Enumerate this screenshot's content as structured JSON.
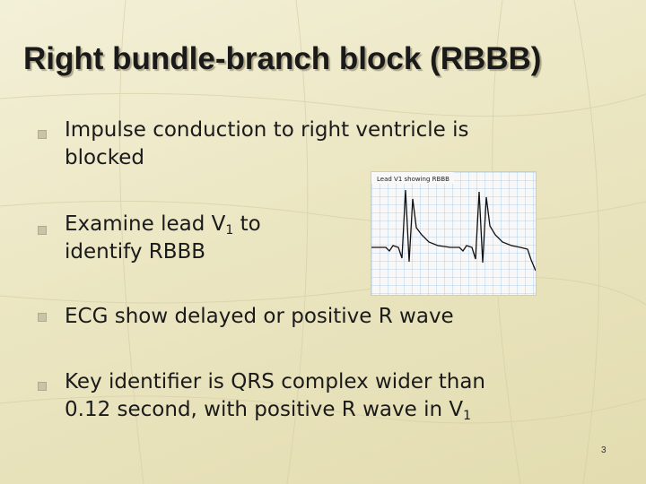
{
  "slide": {
    "title": "Right bundle-branch block (RBBB)",
    "bullets": [
      {
        "line1": "Impulse conduction to right ventricle is",
        "line2": "blocked"
      },
      {
        "line1_a": "Examine lead V",
        "line1_sub": "1",
        "line1_b": " to",
        "line2": "identify RBBB"
      },
      {
        "line1": "ECG show delayed or positive R wave"
      },
      {
        "line1": "Key identifier is QRS complex wider than",
        "line2_a": "0.12 second, with positive R wave in V",
        "line2_sub": "1"
      }
    ],
    "ecg_image": {
      "caption": "Lead V1 showing RBBB"
    },
    "page_number": "3"
  }
}
